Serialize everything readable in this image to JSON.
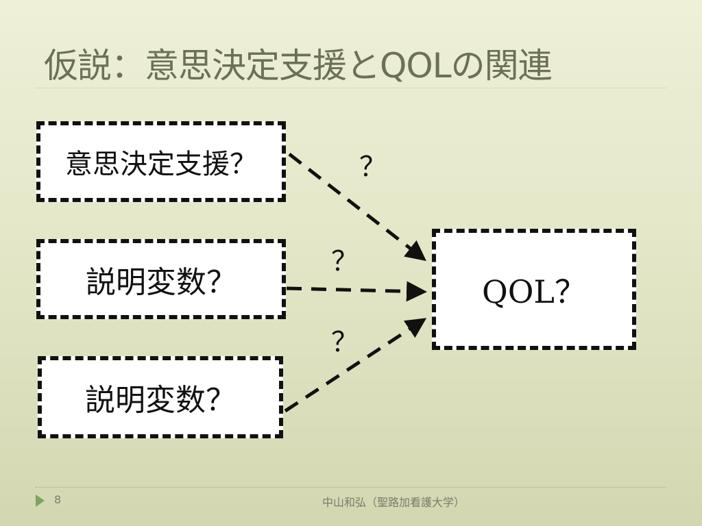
{
  "slide": {
    "title": "仮説：意思決定支援とQOLの関連"
  },
  "diagram": {
    "boxes": {
      "decision_support": "意思決定支援？",
      "explanatory_var_1": "説明変数？",
      "explanatory_var_2": "説明変数？",
      "qol": "QOL？"
    },
    "arrow_labels": [
      "？",
      "？",
      "？"
    ]
  },
  "footer": {
    "page_number": "8",
    "author": "中山和弘（聖路加看護大学）",
    "accent_color": "#7ea35e"
  }
}
